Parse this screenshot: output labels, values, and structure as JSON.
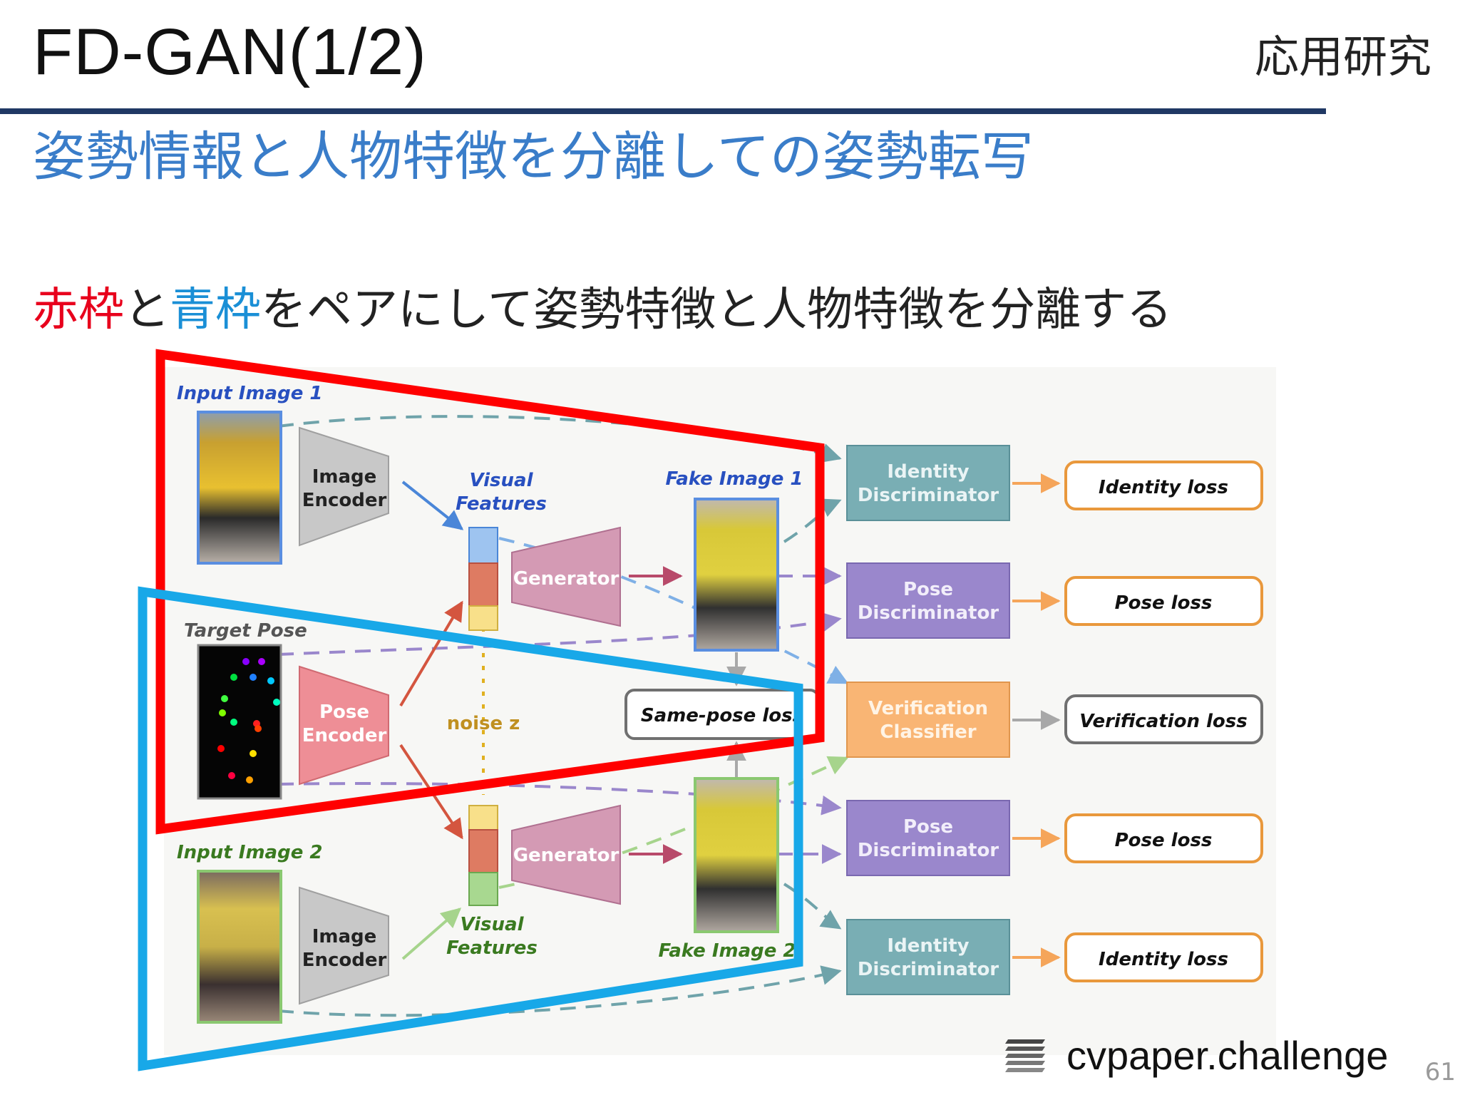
{
  "slide": {
    "title": "FD-GAN(1/2)",
    "category": "応用研究",
    "subtitle": "姿勢情報と人物特徴を分離しての姿勢転写",
    "lead": {
      "red_term": "赤枠",
      "join": "と",
      "blue_term": "青枠",
      "rest": "をペアにして姿勢特徴と人物特徴を分離する"
    },
    "page_number": "61"
  },
  "diagram": {
    "input_image_1": "Input Image 1",
    "input_image_2": "Input Image 2",
    "target_pose": "Target Pose",
    "image_encoder": [
      "Image",
      "Encoder"
    ],
    "pose_encoder": [
      "Pose",
      "Encoder"
    ],
    "visual_features": [
      "Visual",
      "Features"
    ],
    "generator": "Generator",
    "noise": "noise z",
    "fake_image_1": "Fake Image 1",
    "fake_image_2": "Fake Image 2",
    "same_pose_loss": "Same-pose loss",
    "identity_discriminator": [
      "Identity",
      "Discriminator"
    ],
    "pose_discriminator": [
      "Pose",
      "Discriminator"
    ],
    "verification_classifier": [
      "Verification",
      "Classifier"
    ],
    "identity_loss": "Identity loss",
    "pose_loss": "Pose loss",
    "verification_loss": "Verification loss",
    "colors": {
      "red_frame": "#ff0000",
      "blue_frame": "#18a8e8",
      "identity_box": "#79aeb4",
      "pose_box": "#9a87cc",
      "verification_box": "#f9b574",
      "loss_border_orange": "#e9983c",
      "loss_border_gray": "#707070",
      "generator": "#d49ab4",
      "pose_encoder": "#ee8e96",
      "image_encoder": "#c8c8c8"
    }
  },
  "logo": {
    "text": "cvpaper.challenge",
    "icon": "stacked-layers-icon"
  }
}
